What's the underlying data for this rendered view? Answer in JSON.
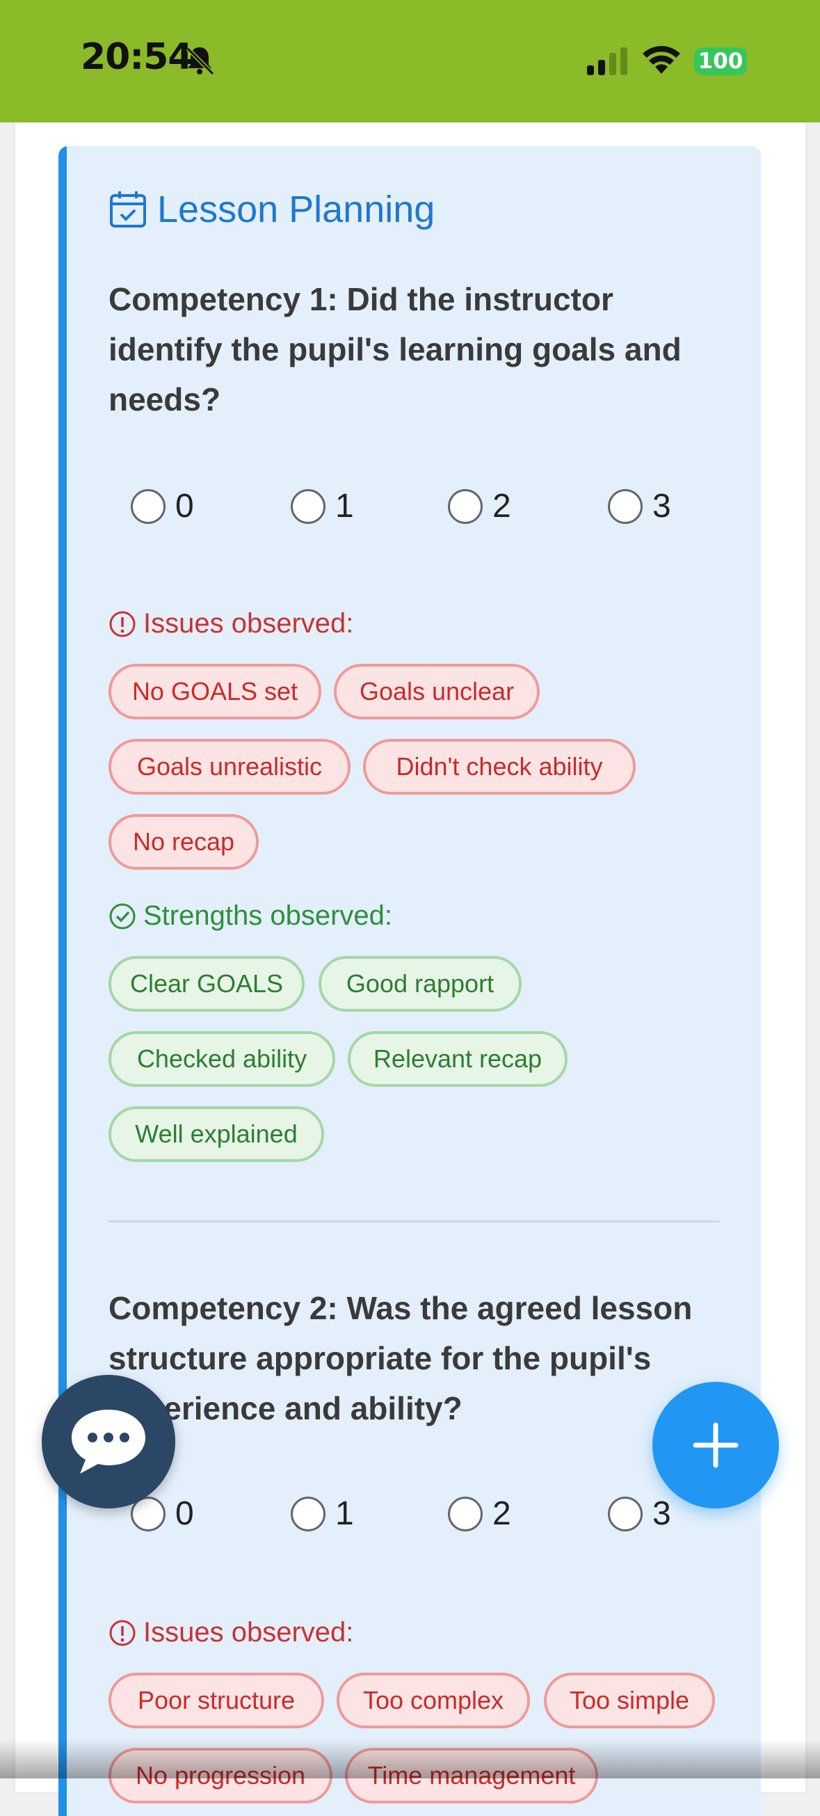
{
  "status_bar": {
    "time": "20:54",
    "battery": "100"
  },
  "section": {
    "title": "Lesson Planning"
  },
  "competencies": [
    {
      "question": "Competency 1: Did the instructor identify the pupil's learning goals and needs?",
      "scores": [
        "0",
        "1",
        "2",
        "3"
      ],
      "issues_label": "Issues observed:",
      "issues": [
        "No GOALS set",
        "Goals unclear",
        "Goals unrealistic",
        "Didn't check ability",
        "No recap"
      ],
      "strengths_label": "Strengths observed:",
      "strengths": [
        "Clear GOALS",
        "Good rapport",
        "Checked ability",
        "Relevant recap",
        "Well explained"
      ]
    },
    {
      "question": "Competency 2: Was the agreed lesson structure appropriate for the pupil's experience and ability?",
      "scores": [
        "0",
        "1",
        "2",
        "3"
      ],
      "issues_label": "Issues observed:",
      "issues": [
        "Poor structure",
        "Too complex",
        "Too simple",
        "No progression",
        "Time management"
      ]
    }
  ],
  "colors": {
    "status_bar": "#8bbb28",
    "accent": "#2190e8",
    "issue": "#c92a2a",
    "strength": "#2e7d32",
    "chat_fab": "#2b4766",
    "add_fab": "#2196f3"
  },
  "icons": {
    "status": [
      "bell-muted-icon",
      "cellular-signal-icon",
      "wifi-icon"
    ],
    "section": "calendar-check-icon",
    "issues": "exclamation-circle-icon",
    "strengths": "check-circle-icon",
    "chat": "chat-bubble-icon",
    "add": "plus-icon"
  }
}
